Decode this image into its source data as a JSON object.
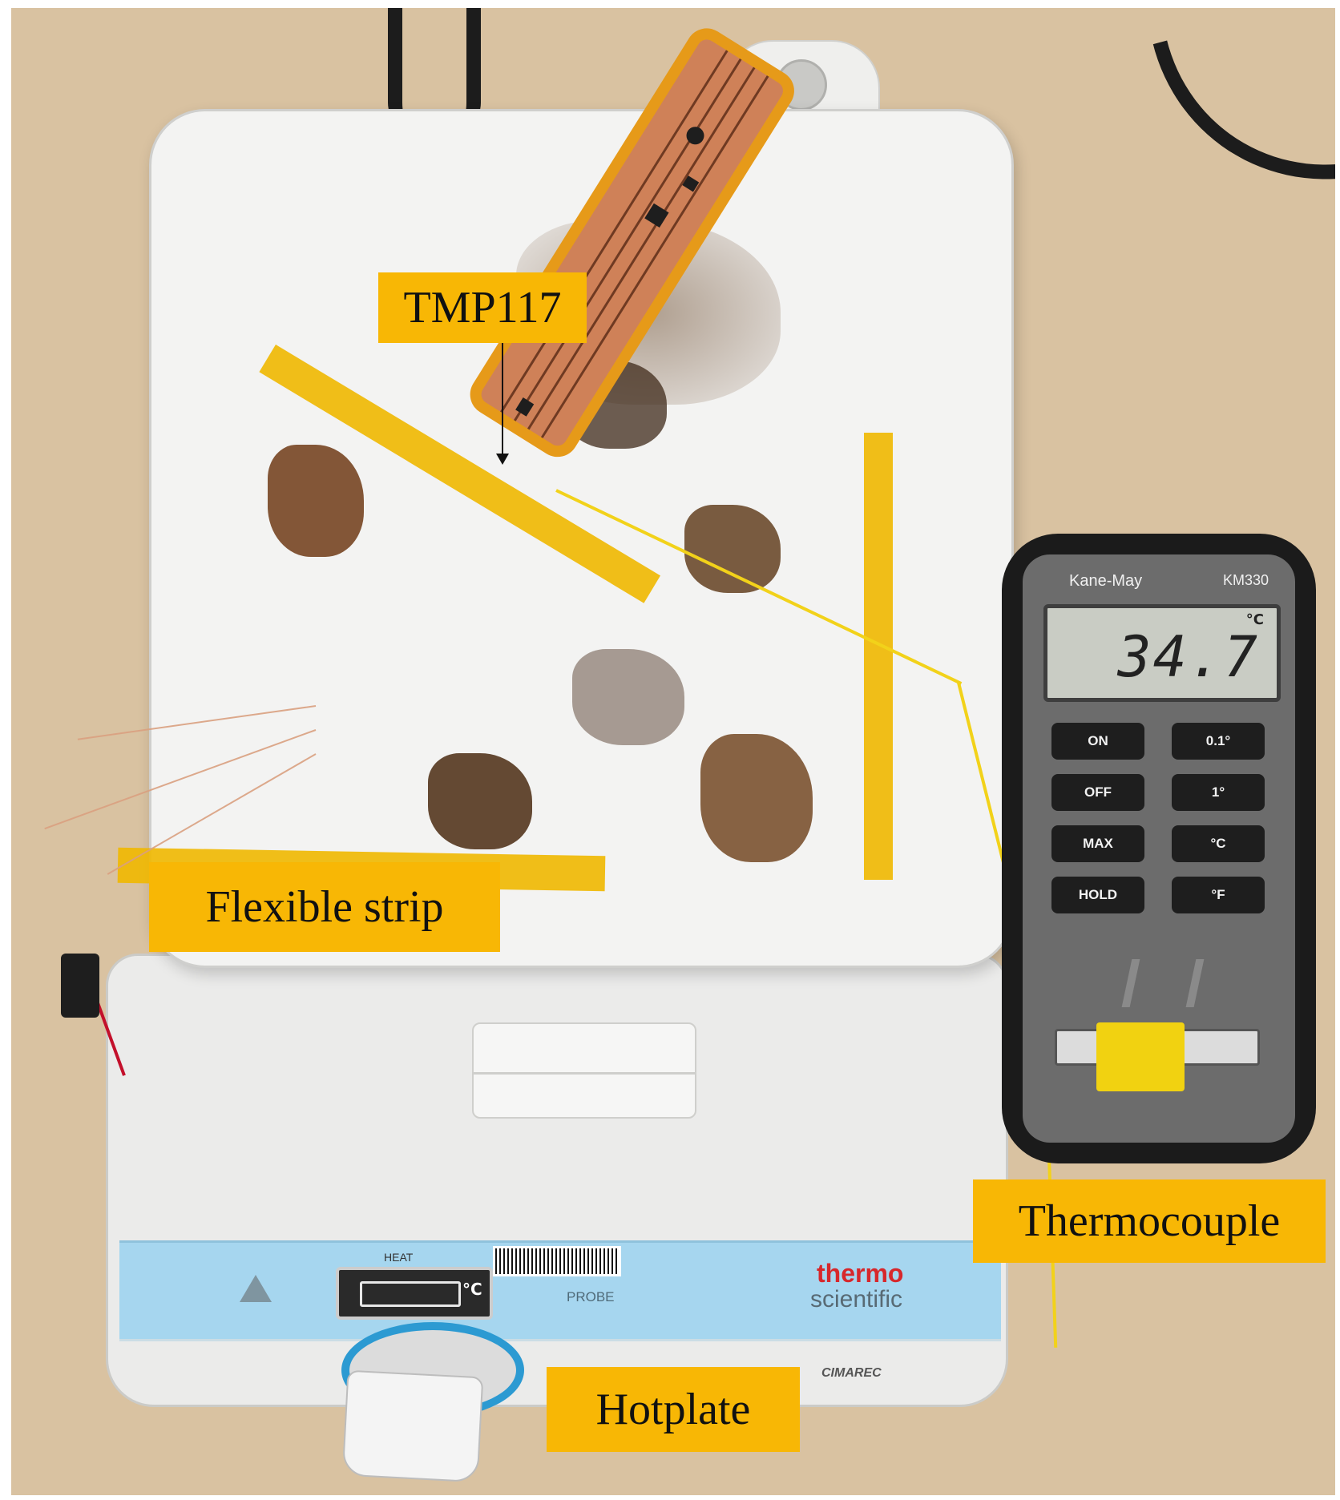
{
  "figure": {
    "labels": {
      "tmp117": "TMP117",
      "flexible_strip": "Flexible strip",
      "thermocouple": "Thermocouple",
      "hotplate": "Hotplate"
    },
    "meter": {
      "brand": "Kane-May",
      "model": "KM330",
      "unit": "°C",
      "reading": "34.7",
      "buttons": [
        "ON",
        "0.1°",
        "OFF",
        "1°",
        "MAX",
        "°C",
        "HOLD",
        "°F"
      ]
    },
    "hotplate": {
      "heat_label": "HEAT",
      "display_unit": "°C",
      "probe_label": "PROBE",
      "brand_line1": "thermo",
      "brand_line2": "scientific",
      "model": "CIMAREC"
    }
  }
}
